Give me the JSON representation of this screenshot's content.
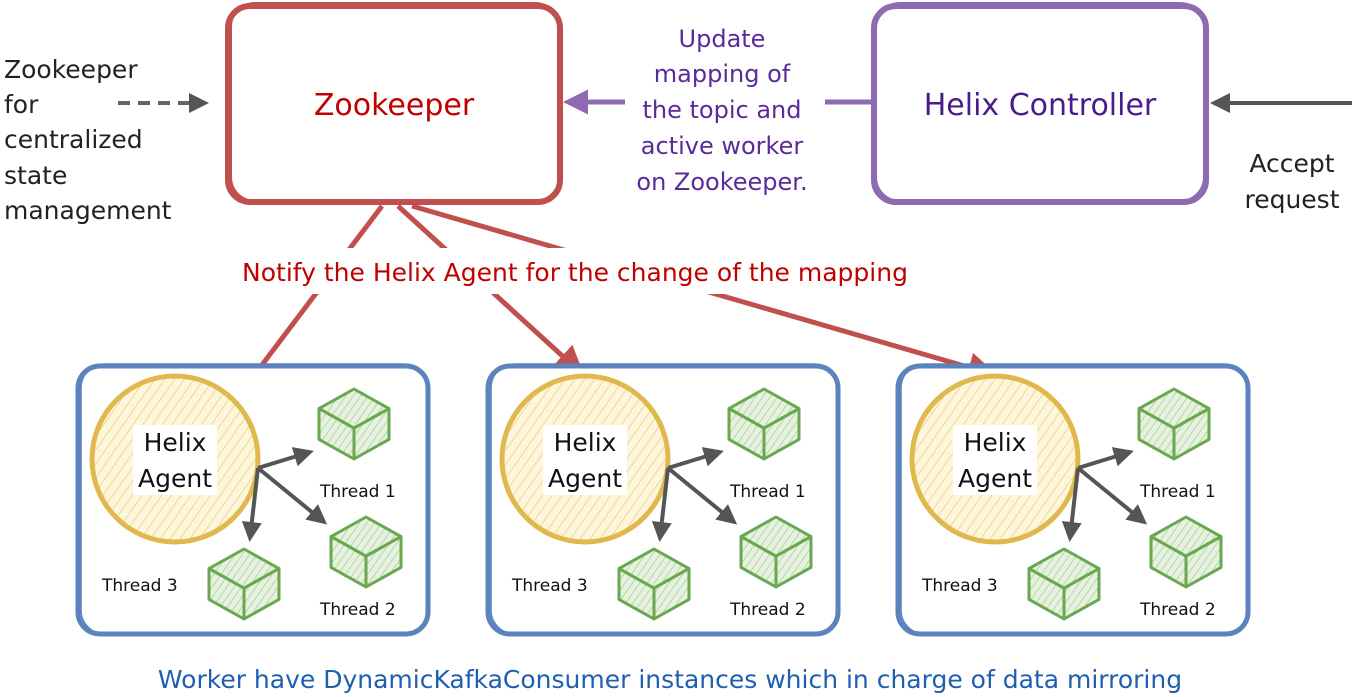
{
  "left_note": [
    "Zookeeper",
    "for",
    "centralized",
    "state",
    "management"
  ],
  "zookeeper": {
    "label": "Zookeeper"
  },
  "controller": {
    "label": "Helix Controller"
  },
  "update_note": [
    "Update",
    "mapping of",
    "the topic and",
    "active worker",
    "on Zookeeper."
  ],
  "accept_note": [
    "Accept",
    "request"
  ],
  "notify_label": "Notify the Helix Agent for the change of the mapping",
  "workers": [
    {
      "agent": [
        "Helix",
        "Agent"
      ],
      "threads": [
        "Thread 1",
        "Thread 2",
        "Thread 3"
      ]
    },
    {
      "agent": [
        "Helix",
        "Agent"
      ],
      "threads": [
        "Thread 1",
        "Thread 2",
        "Thread 3"
      ]
    },
    {
      "agent": [
        "Helix",
        "Agent"
      ],
      "threads": [
        "Thread 1",
        "Thread 2",
        "Thread 3"
      ]
    }
  ],
  "footer": "Worker have DynamicKafkaConsumer instances which in charge of data mirroring",
  "colors": {
    "zookeeper": "#c0504d",
    "zookeeper_text": "#c00000",
    "controller": "#8e6bb0",
    "controller_text": "#4b1a8c",
    "worker_box": "#5b83bd",
    "agent_stroke": "#e0b84e",
    "agent_fill": "#fbf1c8",
    "cube_stroke": "#6aa84f",
    "cube_fill": "#d9ead3",
    "gray_arrow": "#555555",
    "footer_text": "#1f5fb0"
  }
}
